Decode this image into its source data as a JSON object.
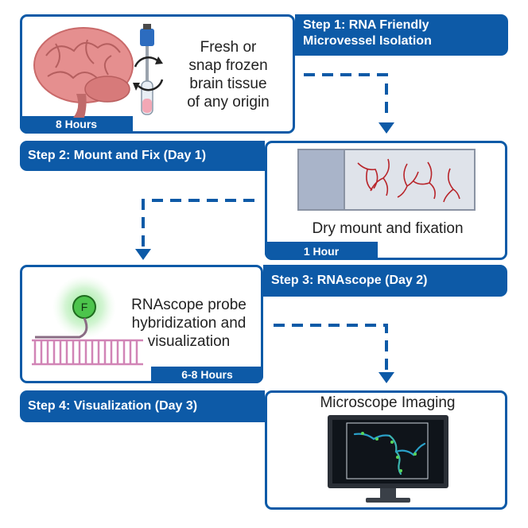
{
  "steps": [
    {
      "title_line1": "Step 1: RNA Friendly",
      "title_line2": "Microvessel Isolation",
      "duration": "8 Hours",
      "desc_lines": [
        "Fresh or",
        "snap frozen",
        "brain tissue",
        "of any origin"
      ]
    },
    {
      "title": "Step 2: Mount and Fix (Day 1)",
      "duration": "1 Hour",
      "desc": "Dry mount and  fixation"
    },
    {
      "title": "Step 3: RNAscope (Day 2)",
      "duration": "6-8 Hours",
      "desc_lines": [
        "RNAscope probe",
        "hybridization and",
        "visualization"
      ],
      "probe_label": "F"
    },
    {
      "title": "Step 4: Visualization (Day 3)",
      "desc": "Microscope Imaging"
    }
  ],
  "colors": {
    "accent": "#0d5aa7",
    "brain": "#e58f8f",
    "vessel": "#b8242a",
    "probe": "#4cc44c",
    "rna": "#d184b6"
  }
}
